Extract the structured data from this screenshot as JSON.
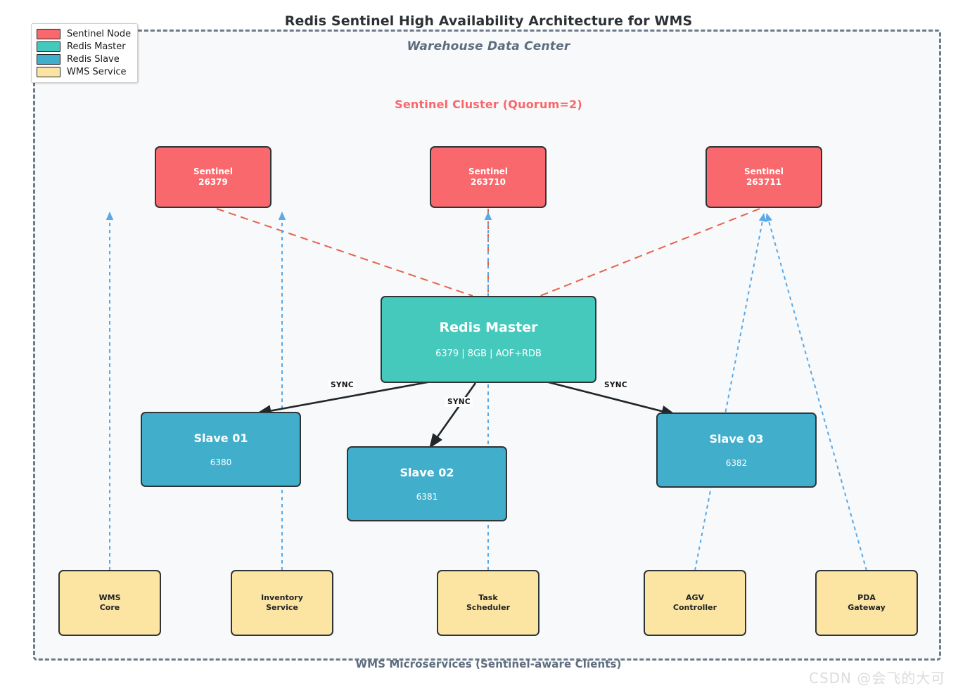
{
  "title": "Redis Sentinel High Availability Architecture for WMS",
  "container": {
    "title": "Warehouse Data Center",
    "footer": "WMS Microservices (Sentinel-aware Clients)"
  },
  "cluster_title": "Sentinel Cluster (Quorum=2)",
  "watermark": "CSDN @会飞的大可",
  "legend": {
    "items": [
      {
        "label": "Sentinel Node",
        "color": "#f8686c"
      },
      {
        "label": "Redis Master",
        "color": "#45c9bc"
      },
      {
        "label": "Redis Slave",
        "color": "#41aecb"
      },
      {
        "label": "WMS Service",
        "color": "#fce5a2"
      }
    ]
  },
  "sentinels": [
    {
      "title": "Sentinel\n26379",
      "port": "26379"
    },
    {
      "title": "Sentinel\n263710",
      "port": "263710"
    },
    {
      "title": "Sentinel\n263711",
      "port": "263711"
    }
  ],
  "master": {
    "title": "Redis Master",
    "sub": "6379 | 8GB | AOF+RDB"
  },
  "slaves": [
    {
      "title": "Slave 01",
      "sub": "6380"
    },
    {
      "title": "Slave 02",
      "sub": "6381"
    },
    {
      "title": "Slave 03",
      "sub": "6382"
    }
  ],
  "services": [
    {
      "title": "WMS\nCore"
    },
    {
      "title": "Inventory\nService"
    },
    {
      "title": "Task\nScheduler"
    },
    {
      "title": "AGV\nController"
    },
    {
      "title": "PDA\nGateway"
    }
  ],
  "edge_labels": [
    {
      "text": "SYNC"
    },
    {
      "text": "SYNC"
    },
    {
      "text": "SYNC"
    }
  ],
  "colors": {
    "sentinel": "#f8686c",
    "master": "#45c9bc",
    "slave": "#41aecb",
    "service": "#fce5a2",
    "monitor_line": "#e8614d",
    "client_line": "#5aa9e8",
    "sync_line": "#232629",
    "container_border": "#6c7a89",
    "background": "#f7f9fa"
  }
}
